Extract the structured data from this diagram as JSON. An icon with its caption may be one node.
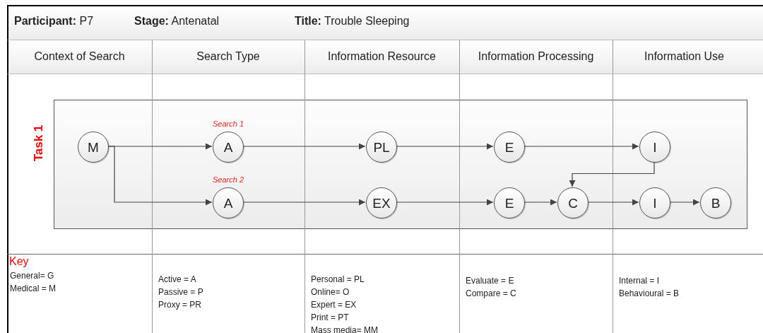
{
  "diagram": {
    "nodes": [
      {
        "text": [
          "Task 1"
        ]
      },
      {
        "text": [
          "M"
        ],
        "in": 0
      },
      {
        "text": [
          "A"
        ],
        "in": 0,
        "beside": [
          "Search 1"
        ]
      },
      {
        "text": [
          "PL"
        ],
        "in": 0
      },
      {
        "text": [
          "E"
        ],
        "in": 0
      },
      {
        "text": [
          "I"
        ],
        "in": 0
      },
      {
        "text": [
          "A"
        ],
        "in": 0,
        "beside": [
          "Search 2"
        ]
      },
      {
        "text": [
          "EX"
        ],
        "in": 0
      },
      {
        "text": [
          "E"
        ],
        "in": 0
      },
      {
        "text": [
          "C"
        ],
        "in": 0
      },
      {
        "text": [
          "I"
        ],
        "in": 0
      },
      {
        "text": [
          "B"
        ],
        "in": 0
      }
    ],
    "edges": [
      {
        "from": 1,
        "to": 2,
        "arrow": "to"
      },
      {
        "from": 1,
        "to": 6,
        "arrow": "to"
      },
      {
        "from": 2,
        "to": 3,
        "arrow": "to"
      },
      {
        "from": 3,
        "to": 4,
        "arrow": "to"
      },
      {
        "from": 4,
        "to": 5,
        "arrow": "to"
      },
      {
        "from": 5,
        "to": 9,
        "arrow": "to"
      },
      {
        "from": 6,
        "to": 7,
        "arrow": "to"
      },
      {
        "from": 7,
        "to": 8,
        "arrow": "to"
      },
      {
        "from": 8,
        "to": 9,
        "arrow": "to"
      },
      {
        "from": 9,
        "to": 10,
        "arrow": "to"
      },
      {
        "from": 10,
        "to": 11,
        "arrow": "to"
      }
    ],
    "labels": [
      "**Participant:** P7",
      "**Stage:** Antenatal",
      "**Title:** Trouble Sleeping",
      "Context of Search",
      "Search Type",
      "Information Resource",
      "Information Processing",
      "Information Use",
      "Key",
      "General= G",
      "Medical = M",
      "Active = A",
      "Passive = P",
      "Proxy = PR",
      "Personal = PL",
      "Online= O",
      "Expert = EX",
      "Print = PT",
      "Mass media= MM",
      "Evaluate = E",
      "Compare = C",
      "Internal = I",
      "Behavioural = B"
    ]
  }
}
